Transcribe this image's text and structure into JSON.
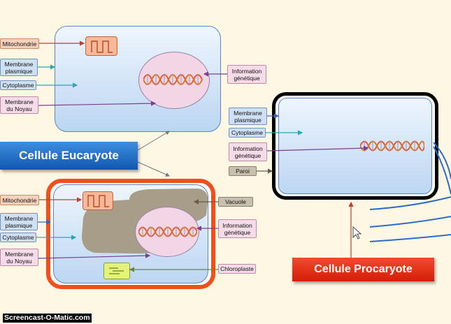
{
  "titles": {
    "eukaryote": "Cellule Eucaryote",
    "prokaryote": "Cellule Procaryote"
  },
  "top_cell": {
    "mitochondria": "Mitochondrie",
    "membrane_plasmique": [
      "Membrane",
      "plasmique"
    ],
    "cytoplasme": "Cytoplasme",
    "membrane_noyau": [
      "Membrane",
      "du Noyau"
    ],
    "information_genetique": [
      "Information",
      "génétique"
    ]
  },
  "bottom_cell": {
    "mitochondria": "Mitochondrie",
    "membrane_plasmique": [
      "Membrane",
      "plasmique"
    ],
    "cytoplasme": "Cytoplasme",
    "membrane_noyau": [
      "Membrane",
      "du Noyau"
    ],
    "vacuole": "Vacuole",
    "information_genetique": [
      "Information",
      "génétique"
    ],
    "chloroplaste": "Chloroplaste"
  },
  "prokaryote_cell": {
    "membrane_plasmique": [
      "Membrane",
      "plasmique"
    ],
    "cytoplasme": "Cytoplasme",
    "information_genetique": [
      "Information",
      "génétique"
    ],
    "paroi": "Paroi"
  },
  "watermark": "Screencast-O-Matic.com",
  "colors": {
    "eukaryote_title": "#1f6ec9",
    "prokaryote_title": "#e5321a",
    "plant_cell_border": "#f0501e",
    "prokaryote_wall": "#000000",
    "cytoplasm": "#cfe2f7",
    "nucleus": "#f3d6e6",
    "vacuole": "#a89d88",
    "chloroplast": "#e2f27a",
    "mitochondria": "#f7b99a"
  }
}
